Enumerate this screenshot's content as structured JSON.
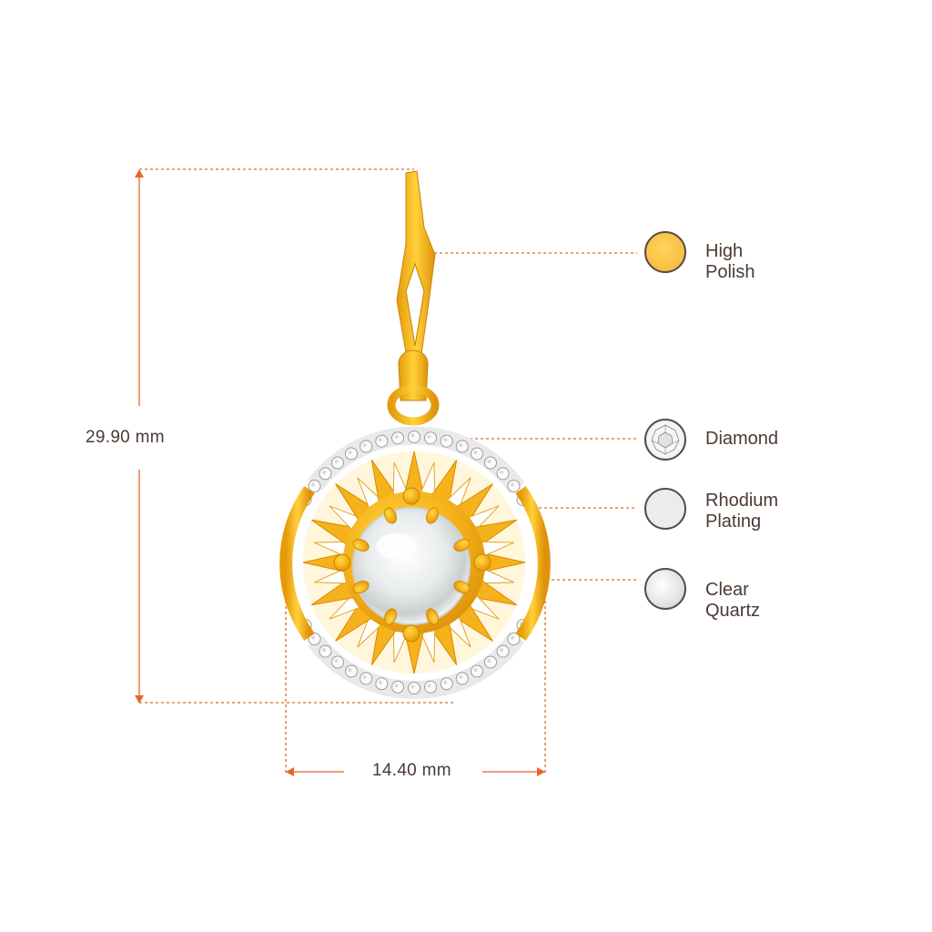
{
  "dimensions": {
    "height_label": "29.90 mm",
    "width_label": "14.40  mm"
  },
  "legend": [
    {
      "label": "High Polish",
      "swatch": "high-polish"
    },
    {
      "label": "Diamond",
      "swatch": "diamond"
    },
    {
      "label": "Rhodium\nPlating",
      "swatch": "rhodium"
    },
    {
      "label": "Clear Quartz",
      "swatch": "clear-quartz"
    }
  ],
  "colors": {
    "dimension_line": "#e8642a",
    "gold": "#f5b21a",
    "gold_dark": "#d4890a",
    "rhodium": "#ececec",
    "text": "#4a3a33"
  }
}
